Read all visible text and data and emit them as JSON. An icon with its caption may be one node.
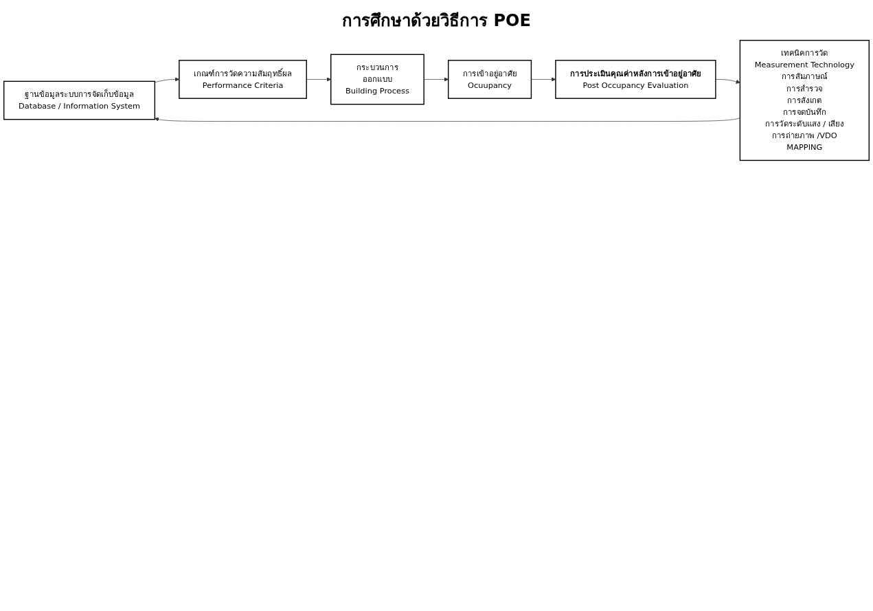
{
  "diagram": {
    "title": "การศึกษาด้วยวิธีการ POE",
    "nodes": [
      {
        "text": [
          "ฐานข้อมูลระบบการจัดเก็บข้อมูล",
          "Database / Information System"
        ]
      },
      {
        "text": [
          "เกณฑ์การวัดความสัมฤทธิ์ผล",
          "Performance Criteria"
        ]
      },
      {
        "text": [
          "กระบวนการ",
          "ออกแบบ",
          "Building Process"
        ]
      },
      {
        "text": [
          "การเข้าอยู่อาศัย",
          "Ocuupancy"
        ]
      },
      {
        "text": [
          "การประเมินคุณค่าหลังการเข้าอยู่อาศัย",
          "Post Occupancy Evaluation"
        ]
      },
      {
        "text": [
          "เทคนิคการวัด",
          "Measurement Technology",
          "การสัมภาษณ์",
          "การสำรวจ",
          "การสังเกต",
          "การจดบันทึก",
          "การวัดระดับแสง / เสียง",
          "การถ่ายภาพ /VDO",
          "MAPPING"
        ]
      }
    ],
    "edges": [
      {
        "from": 5,
        "to": 0,
        "arrow": "to"
      },
      {
        "from": 0,
        "to": 1,
        "arrow": "to"
      },
      {
        "from": 1,
        "to": 2,
        "arrow": "to"
      },
      {
        "from": 2,
        "to": 3,
        "arrow": "to"
      },
      {
        "from": 3,
        "to": 4,
        "arrow": "to"
      },
      {
        "from": 4,
        "to": 5,
        "arrow": "to"
      }
    ]
  }
}
